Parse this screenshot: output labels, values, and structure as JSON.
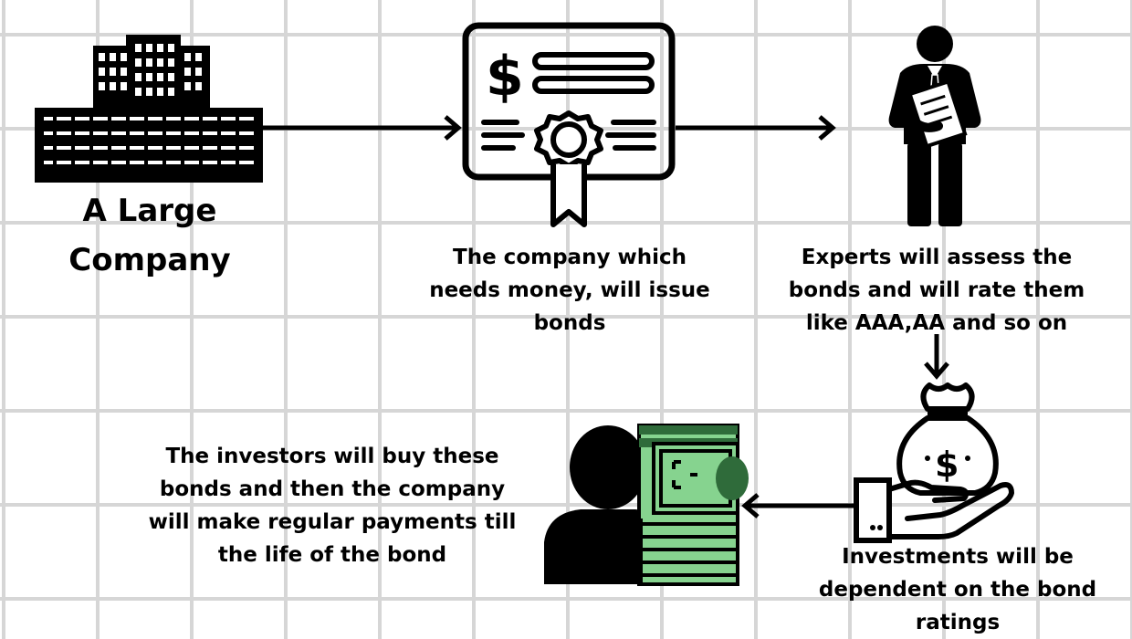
{
  "nodes": {
    "company": {
      "label_lines": [
        "A Large",
        "Company"
      ]
    },
    "bond": {
      "label_lines": [
        "The company which",
        "needs money, will issue",
        "bonds"
      ]
    },
    "expert": {
      "label_lines": [
        "Experts will assess the",
        "bonds and will rate them",
        "like AAA,AA and so on"
      ]
    },
    "investment": {
      "label_lines": [
        "Investments will be",
        "dependent on the bond",
        "ratings"
      ]
    },
    "investor": {
      "label_lines": [
        "The investors will buy these",
        "bonds and then the company",
        "will make regular payments till",
        "the life of the bond"
      ]
    }
  },
  "icons": {
    "company": "office-building-icon",
    "bond": "bond-certificate-icon",
    "expert": "businessman-icon",
    "investment": "money-bag-on-hand-icon",
    "investor": "investor-with-cash-icon"
  },
  "bond_symbol": "$",
  "bag_symbol": "$",
  "colors": {
    "cash_green": "#86d38f",
    "dark_green": "#2f6b3a",
    "ink": "#000000"
  }
}
